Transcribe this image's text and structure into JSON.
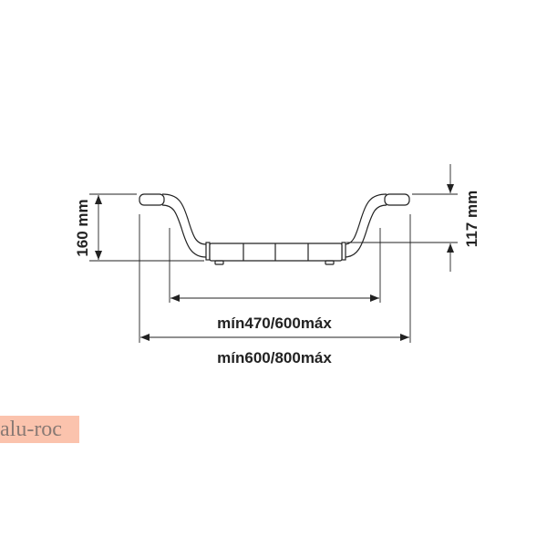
{
  "diagram": {
    "height_label": "160 mm",
    "seat_height_label": "117 mm",
    "inner_width_label": "mín470/600máx",
    "outer_width_label": "mín600/800máx"
  },
  "logo": {
    "text": "alu-roc",
    "bg_color": "#fbc3ad"
  }
}
